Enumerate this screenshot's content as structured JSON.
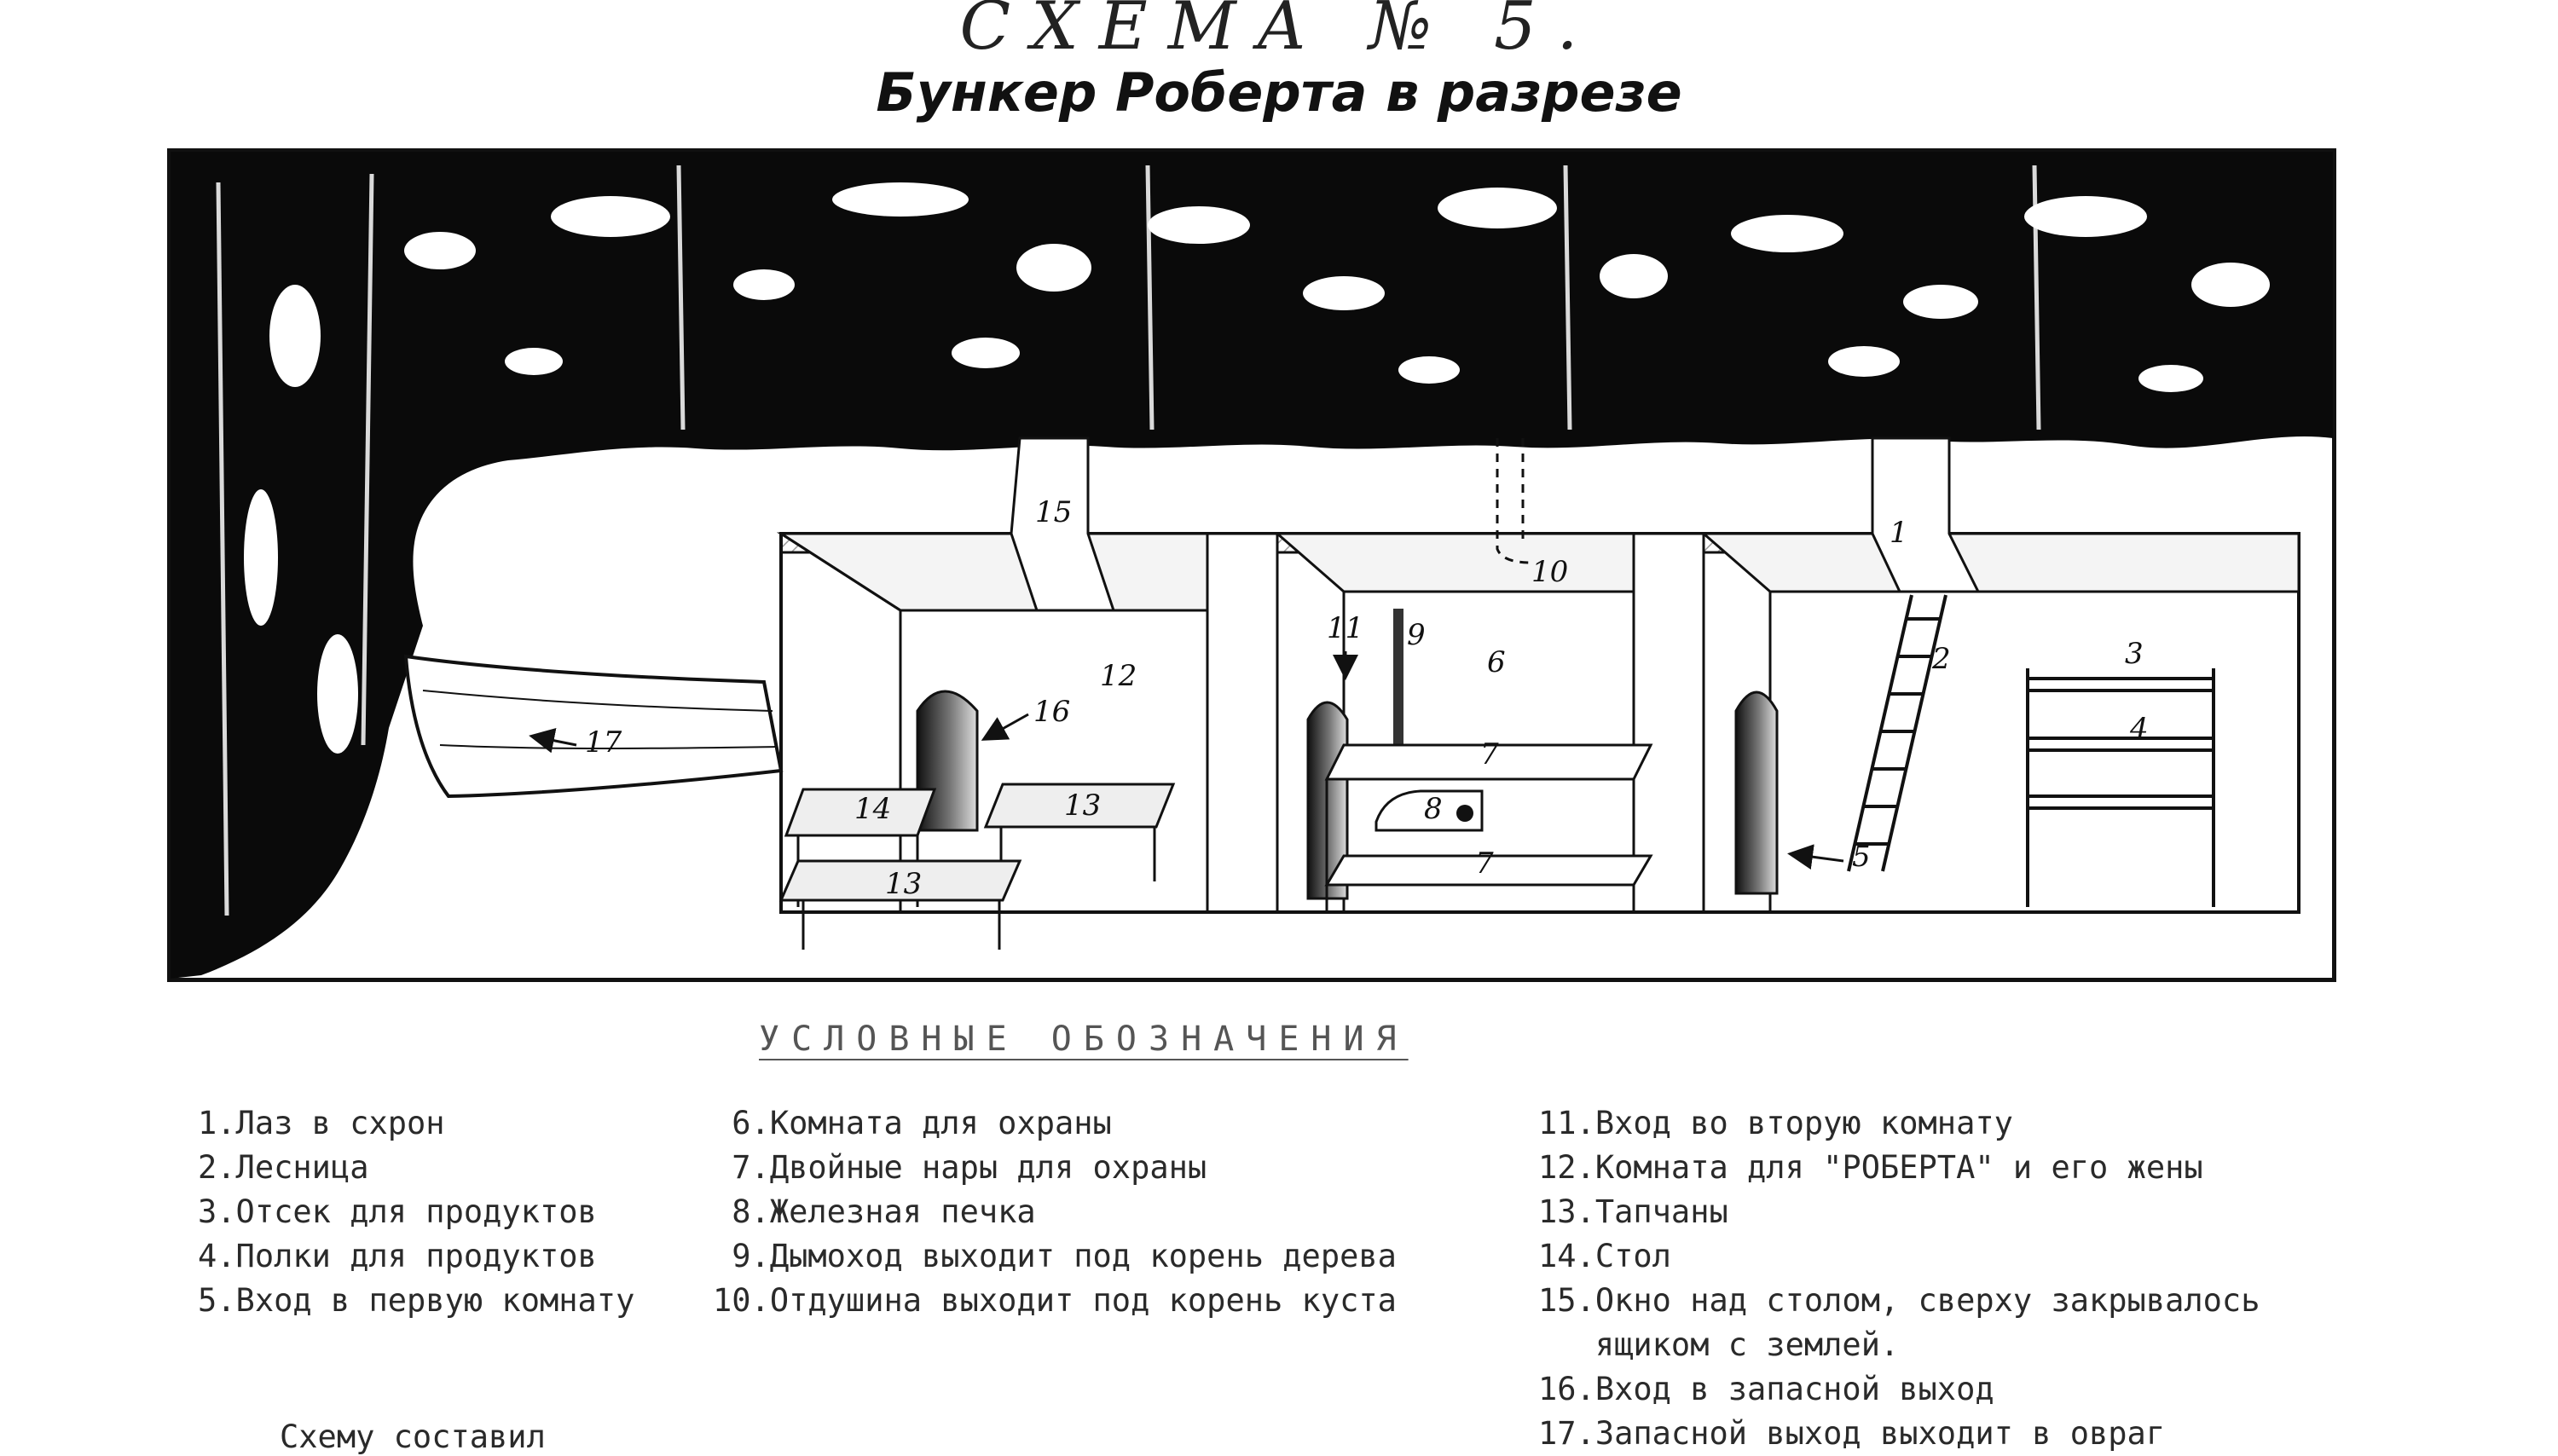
{
  "header": {
    "handwritten_title": "СХЕМА № 5.",
    "title": "Бункер Роберта в разрезе"
  },
  "diagram_labels": [
    "1",
    "2",
    "3",
    "4",
    "5",
    "6",
    "7",
    "7",
    "8",
    "9",
    "10",
    "11",
    "12",
    "13",
    "13",
    "14",
    "15",
    "16",
    "17"
  ],
  "legend": {
    "title": "УСЛОВНЫЕ ОБОЗНАЧЕНИЯ",
    "column1": [
      "1.Лаз в схрон",
      "2.Лесница",
      "3.Отсек для продуктов",
      "4.Полки для продуктов",
      "5.Вход в первую комнату"
    ],
    "column2": [
      " 6.Комната для охраны",
      " 7.Двойные нары для охраны",
      " 8.Железная печка",
      " 9.Дымоход выходит под корень дерева",
      "10.Отдушина выходит под корень куста"
    ],
    "column3": [
      "11.Вход во вторую комнату",
      "12.Комната для \"РОБЕРТА\" и его жены",
      "13.Тапчаны",
      "14.Стол",
      "15.Окно над столом, сверху закрывалось",
      "   ящиком с землей.",
      "16.Вход в запасной выход",
      "17.Запасной выход выходит в овраг"
    ]
  },
  "footer": {
    "credit": "Схему составил"
  },
  "colors": {
    "ink": "#111111",
    "paper": "#ffffff",
    "hatch": "#aaaaaa",
    "legend_text": "#2a2a2a"
  }
}
